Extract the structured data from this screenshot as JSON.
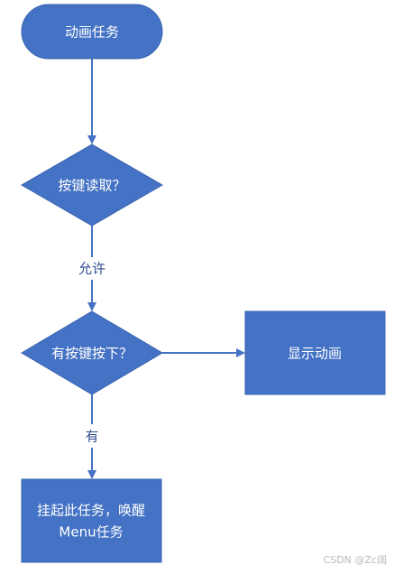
{
  "diagram": {
    "colors": {
      "node_fill": "#4472C4",
      "node_stroke": "#3A64B0",
      "arrow": "#4472C4",
      "label": "#2F4F8F",
      "node_text": "#FFFFFF"
    },
    "nodes": {
      "start": "动画任务",
      "decision1": "按键读取？",
      "decision2": "有按键按下？",
      "action_right": "显示动画",
      "action_bottom_line1": "挂起此任务，唤醒",
      "action_bottom_line2": "Menu任务"
    },
    "edges": {
      "allow": "允许",
      "yes": "有"
    }
  },
  "watermark": "CSDN @Zc阔"
}
